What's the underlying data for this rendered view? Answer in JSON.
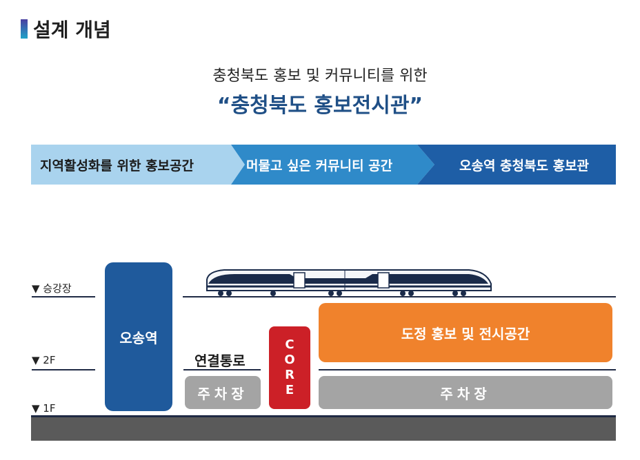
{
  "header": {
    "section_title": "설계 개념"
  },
  "concept": {
    "subtitle": "충청북도 홍보 및 커뮤니티를 위한",
    "title": "“충청북도 홍보전시관”"
  },
  "flow_steps": [
    {
      "label": "지역활성화를 위한 홍보공간"
    },
    {
      "label": "머물고 싶은 커뮤니티 공간"
    },
    {
      "label": "오송역 충청북도 홍보관"
    }
  ],
  "floors": [
    {
      "label": "▼ 승강장"
    },
    {
      "label": "▼ 2F"
    },
    {
      "label": "▼ 1F"
    }
  ],
  "blocks": {
    "station": "오송역",
    "connector_label": "연결통로",
    "parking_left": "주차장",
    "core_letters": [
      "C",
      "O",
      "R",
      "E"
    ],
    "exhibition": "도정 홍보 및 전시공간",
    "parking_right": "주차장"
  },
  "colors": {
    "station": "#1f5a9c",
    "core": "#cc2027",
    "exhibition": "#f0822c",
    "parking": "#a4a4a4",
    "ground": "#5a5a5a",
    "banner_light": "#a9d3ee",
    "banner_mid": "#2f8ac9",
    "banner_dark": "#1e5ea6"
  }
}
